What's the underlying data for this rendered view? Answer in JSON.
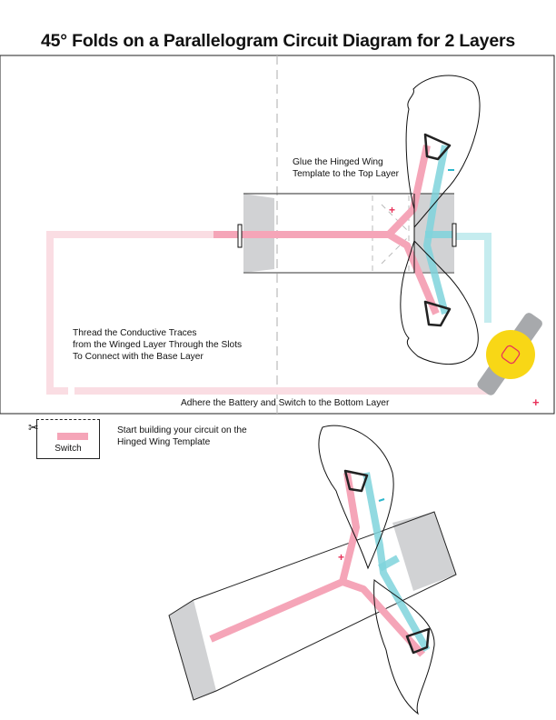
{
  "title": "45° Folds on a Parallelogram Circuit Diagram for 2 Layers",
  "labels": {
    "glue_wing": [
      "Glue the Hinged Wing",
      "Template to the Top Layer"
    ],
    "thread_traces": [
      "Thread the Conductive Traces",
      "from the Winged Layer Through the Slots",
      "To  Connect with the Base Layer"
    ],
    "adhere_battery": "Adhere the Battery and Switch to the Bottom Layer",
    "start_building": [
      "Start building your circuit on the",
      "Hinged Wing Template"
    ]
  },
  "switch": {
    "label": "Switch",
    "icon": "scissors-icon"
  },
  "polarity": {
    "positive": "+",
    "negative": "-"
  },
  "colors": {
    "positive_trace": "#f5a5b8",
    "positive_trace_faded": "#fadde3",
    "negative_trace": "#7fd3dc",
    "negative_trace_faded": "#c5ecef",
    "positive_mark": "#e8315a",
    "negative_mark": "#2cb6cc",
    "battery_yellow": "#f8d716",
    "battery_holder": "#a7a9ac",
    "fold_panel": "#d1d2d4"
  }
}
